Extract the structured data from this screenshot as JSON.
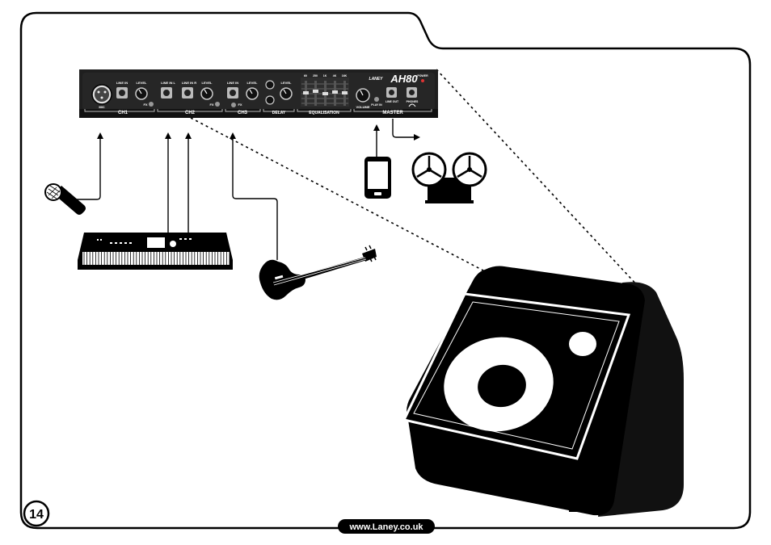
{
  "page": {
    "number": "14",
    "url": "www.Laney.co.uk"
  },
  "amp_panel": {
    "brand": "LANEY",
    "model": "AH80",
    "power_label": "POWER",
    "sections": [
      "CH1",
      "CH2",
      "CH3",
      "DELAY",
      "EQUALISATION",
      "MASTER"
    ],
    "ch1": {
      "mic": "MIC",
      "line_in": "LINE IN",
      "level": "LEVEL",
      "fx": "FX"
    },
    "ch2": {
      "line_in_l": "LINE IN L",
      "line_in_r": "LINE IN R",
      "level": "LEVEL",
      "fx": "FX"
    },
    "ch3": {
      "line_in": "LINE IN",
      "level": "LEVEL",
      "fx": "FX"
    },
    "delay": {
      "level": "LEVEL"
    },
    "eq_bands": [
      "60",
      "250",
      "1K",
      "4K",
      "16K"
    ],
    "master": {
      "volume": "VOLUME",
      "play_in": "PLAY IN",
      "line_out": "LINE OUT",
      "phones": "PHONES"
    }
  }
}
